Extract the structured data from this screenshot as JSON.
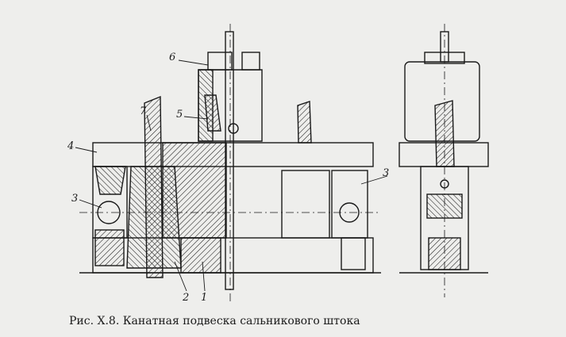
{
  "labels": {
    "l1": "1",
    "l2": "2",
    "l3a": "3",
    "l3b": "3",
    "l4": "4",
    "l5": "5",
    "l6": "6",
    "l7": "7"
  },
  "caption": "Рис. X.8. Канатная подвеска сальникового штока",
  "colors": {
    "ink": "#1a1a1a",
    "paper": "#eeeeec"
  }
}
